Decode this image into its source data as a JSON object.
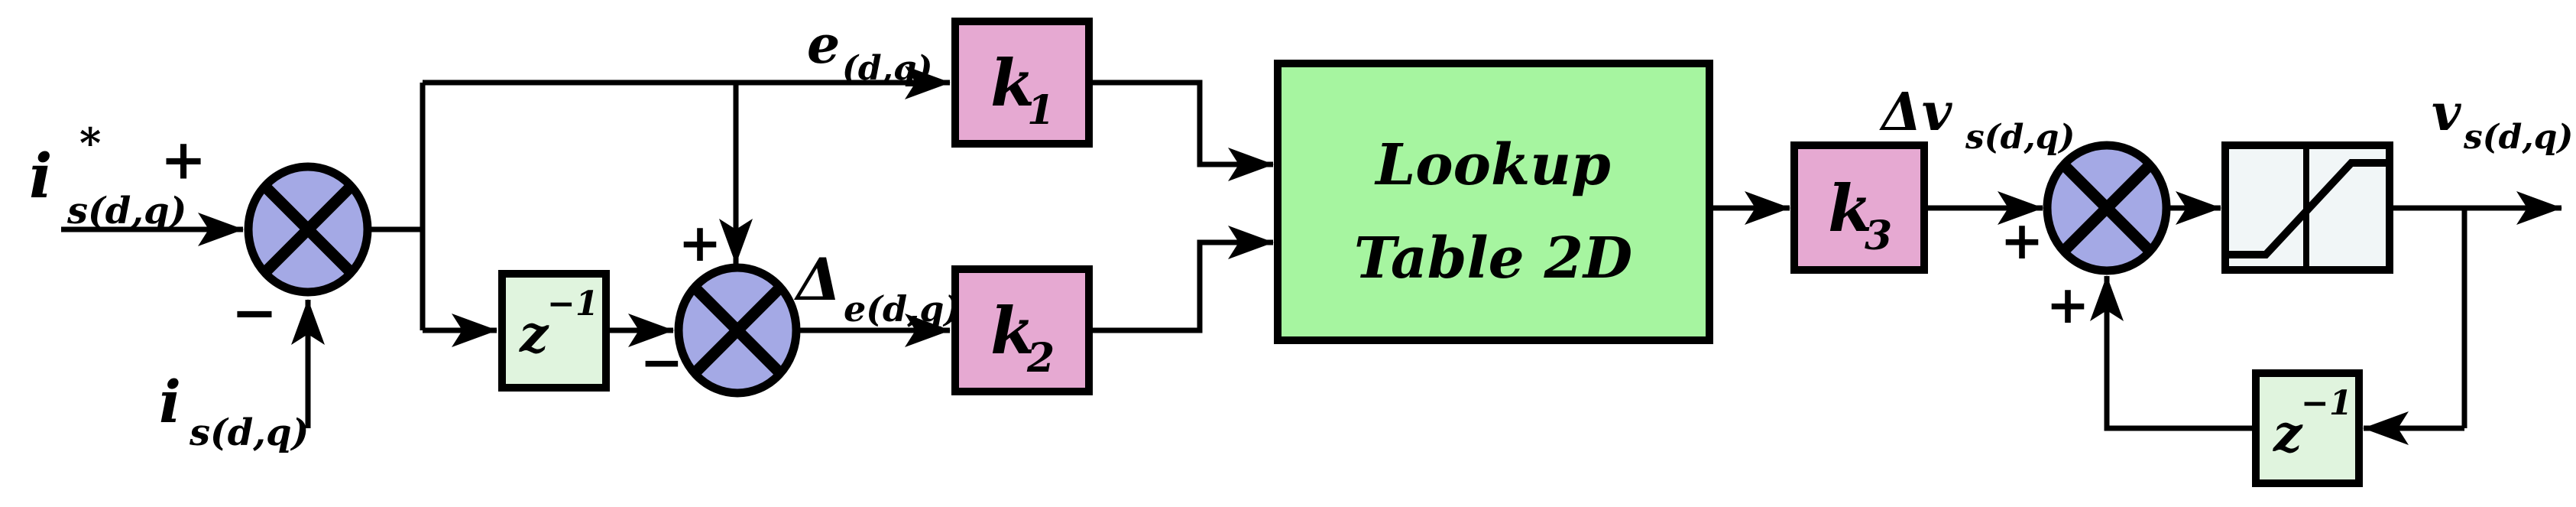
{
  "labels": {
    "reference_input": {
      "base": "i",
      "sup": "*",
      "sub": "s(d,q)"
    },
    "measured_current": {
      "base": "i",
      "sub": "s(d,q)"
    },
    "error": {
      "base": "e",
      "sub": "(d,q)"
    },
    "delta_error": {
      "base": "Δ",
      "sub": "e(d,q)"
    },
    "delta_v": {
      "base": "Δv",
      "sub": "s(d,q)"
    },
    "output_voltage": {
      "base": "v",
      "sub": "s(d,q)"
    }
  },
  "blocks": {
    "gain1": {
      "base": "k",
      "sub": "1"
    },
    "gain2": {
      "base": "k",
      "sub": "2"
    },
    "gain3": {
      "base": "k",
      "sub": "3"
    },
    "delay": {
      "base": "z",
      "sup": "−1"
    },
    "lookup": {
      "line1": "Lookup",
      "line2": "Table 2D"
    }
  },
  "signs": {
    "plus": "+",
    "minus": "−"
  },
  "colors": {
    "junction_fill": "#A4A9E5",
    "gain_fill": "#E6A9D2",
    "lookup_fill": "#A6F5A0",
    "delay_fill": "#E0F4DE",
    "saturation_fill": "#F1F6F7",
    "line": "#000000"
  }
}
